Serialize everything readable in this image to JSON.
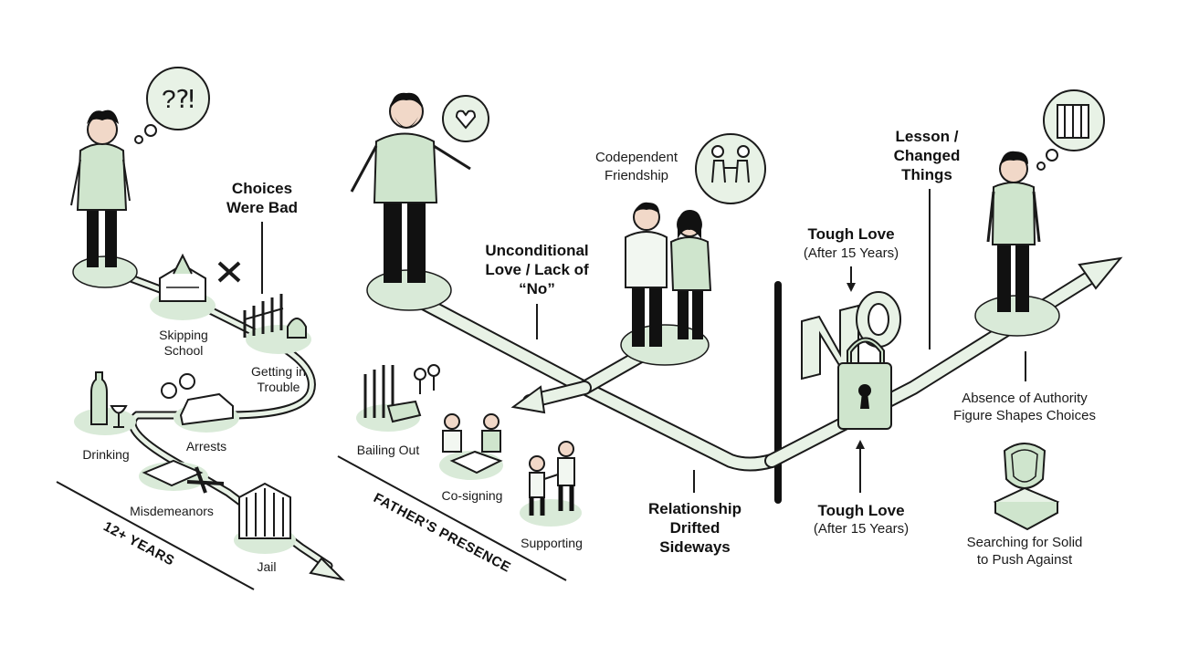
{
  "left_path": {
    "axis_label": "12+ YEARS",
    "labels": {
      "choices": [
        "Choices",
        "Were Bad"
      ],
      "skipping": [
        "Skipping",
        "School"
      ],
      "trouble": [
        "Getting in",
        "Trouble"
      ],
      "drinking": "Drinking",
      "arrests": "Arrests",
      "misdemeanors": "Misdemeanors",
      "jail": "Jail"
    }
  },
  "middle_path": {
    "axis_label": "FATHER'S PRESENCE",
    "labels": {
      "unconditional": [
        "Unconditional",
        "Love / Lack of",
        "“No”"
      ],
      "codependent": [
        "Codependent",
        "Friendship"
      ],
      "bailing": "Bailing Out",
      "cosigning": "Co-signing",
      "supporting": "Supporting",
      "drifted": [
        "Relationship",
        "Drifted",
        "Sideways"
      ]
    }
  },
  "right_path": {
    "labels": {
      "tough_top": [
        "Tough Love",
        "(After 15 Years)"
      ],
      "tough_bottom": [
        "Tough Love",
        "(After 15 Years)"
      ],
      "lesson": [
        "Lesson /",
        "Changed",
        "Things"
      ],
      "absence": [
        "Absence of Authority",
        "Figure Shapes Choices"
      ],
      "searching": [
        "Searching for Solid",
        "to Push Against"
      ],
      "no_letters": "NO"
    }
  },
  "colors": {
    "accent_green": "#cfe5cd",
    "light_green": "#e8f2e6",
    "ink": "#1a1a1a"
  }
}
